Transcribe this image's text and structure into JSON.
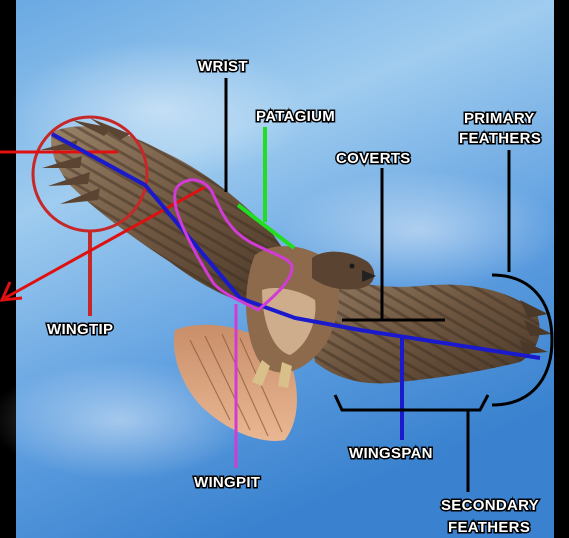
{
  "labels": {
    "wrist": "WRIST",
    "patagium": "PATAGIUM",
    "primary_1": "PRIMARY",
    "primary_2": "FEATHERS",
    "coverts": "COVERTS",
    "wingtip": "WINGTIP",
    "wingspan": "WINGSPAN",
    "wingpit": "WINGPIT",
    "secondary_1": "SECONDARY",
    "secondary_2": "FEATHERS"
  },
  "colors": {
    "frame": "#000000",
    "sky_light": "#8fc3ee",
    "sky_dark": "#3f89d2",
    "wingtip_marker": "#c62828",
    "arrow": "#e01010",
    "wingspan_line": "#1a1acc",
    "patagium_line": "#22dd22",
    "wingpit_outline": "#d13bd6",
    "leader_line": "#000000",
    "label_text": "#ffffff"
  }
}
